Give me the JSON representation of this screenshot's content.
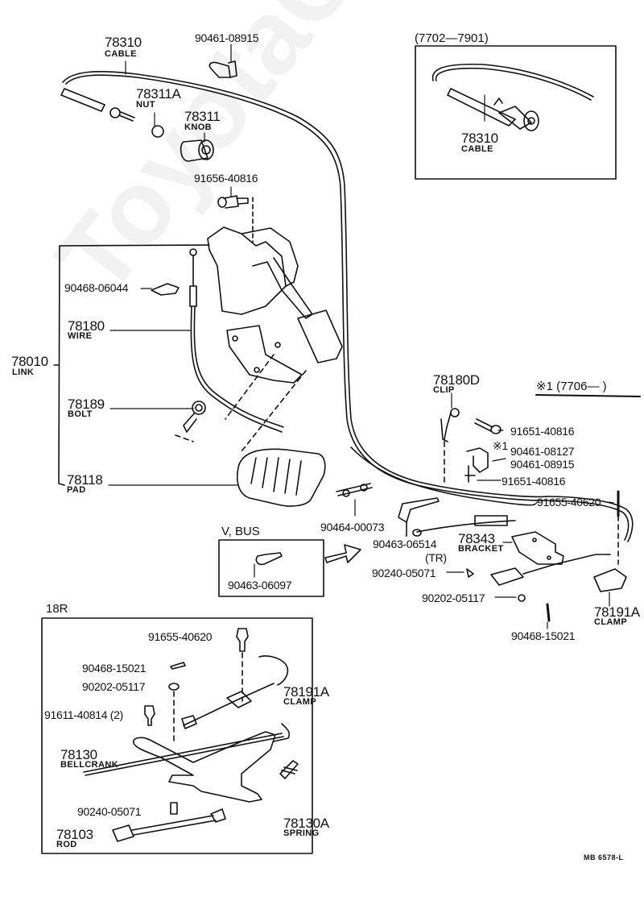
{
  "diagram": {
    "type": "exploded-parts-diagram",
    "drawing_code": "MB 6578-L",
    "watermark": "ToyotaCarMine.ru",
    "main_parts": [
      {
        "id": "cable-main",
        "number": "78310",
        "name": "CABLE"
      },
      {
        "id": "clip-top",
        "number": "90461-08915",
        "name": ""
      },
      {
        "id": "nut",
        "number": "78311A",
        "name": "NUT"
      },
      {
        "id": "knob",
        "number": "78311",
        "name": "KNOB"
      },
      {
        "id": "screw-top",
        "number": "91656-40816",
        "name": ""
      },
      {
        "id": "clip-wire",
        "number": "90468-06044",
        "name": ""
      },
      {
        "id": "wire",
        "number": "78180",
        "name": "WIRE"
      },
      {
        "id": "link",
        "number": "78010",
        "name": "LINK"
      },
      {
        "id": "bolt",
        "number": "78189",
        "name": "BOLT"
      },
      {
        "id": "pad",
        "number": "78118",
        "name": "PAD"
      },
      {
        "id": "clip-d",
        "number": "78180D",
        "name": "CLIP"
      },
      {
        "id": "bolt-r1",
        "number": "91651-40816",
        "name": ""
      },
      {
        "id": "clamp-r1",
        "number": "90461-08127",
        "name": "",
        "marker": "※1"
      },
      {
        "id": "clamp-r2",
        "number": "90461-08915",
        "name": ""
      },
      {
        "id": "bolt-r2",
        "number": "91651-40816",
        "name": ""
      },
      {
        "id": "bolt-r3",
        "number": "91655-40620",
        "name": ""
      },
      {
        "id": "clip-center",
        "number": "90464-00073",
        "name": ""
      },
      {
        "id": "clip-tr",
        "number": "90463-06514",
        "name": "(TR)"
      },
      {
        "id": "bracket",
        "number": "78343",
        "name": "BRACKET"
      },
      {
        "id": "screw-r",
        "number": "90240-05071",
        "name": ""
      },
      {
        "id": "washer-r",
        "number": "90202-05117",
        "name": ""
      },
      {
        "id": "pin-r",
        "number": "90468-15021",
        "name": ""
      },
      {
        "id": "clamp-main",
        "number": "78191A",
        "name": "CLAMP"
      }
    ],
    "inset_cable": {
      "title": "(7702—7901)",
      "part": {
        "number": "78310",
        "name": "CABLE"
      }
    },
    "note": {
      "text": "※1 (7706—       )"
    },
    "inset_vbus": {
      "title": "V, BUS",
      "part": {
        "number": "90463-06097",
        "name": ""
      }
    },
    "inset_18r": {
      "title": "18R",
      "parts": [
        {
          "number": "91655-40620",
          "name": ""
        },
        {
          "number": "90468-15021",
          "name": ""
        },
        {
          "number": "90202-05117",
          "name": ""
        },
        {
          "number": "91611-40814 (2)",
          "name": ""
        },
        {
          "number": "78191A",
          "name": "CLAMP"
        },
        {
          "number": "78130",
          "name": "BELLCRANK"
        },
        {
          "number": "90240-05071",
          "name": ""
        },
        {
          "number": "78130A",
          "name": "SPRING"
        },
        {
          "number": "78103",
          "name": "ROD"
        }
      ]
    }
  }
}
